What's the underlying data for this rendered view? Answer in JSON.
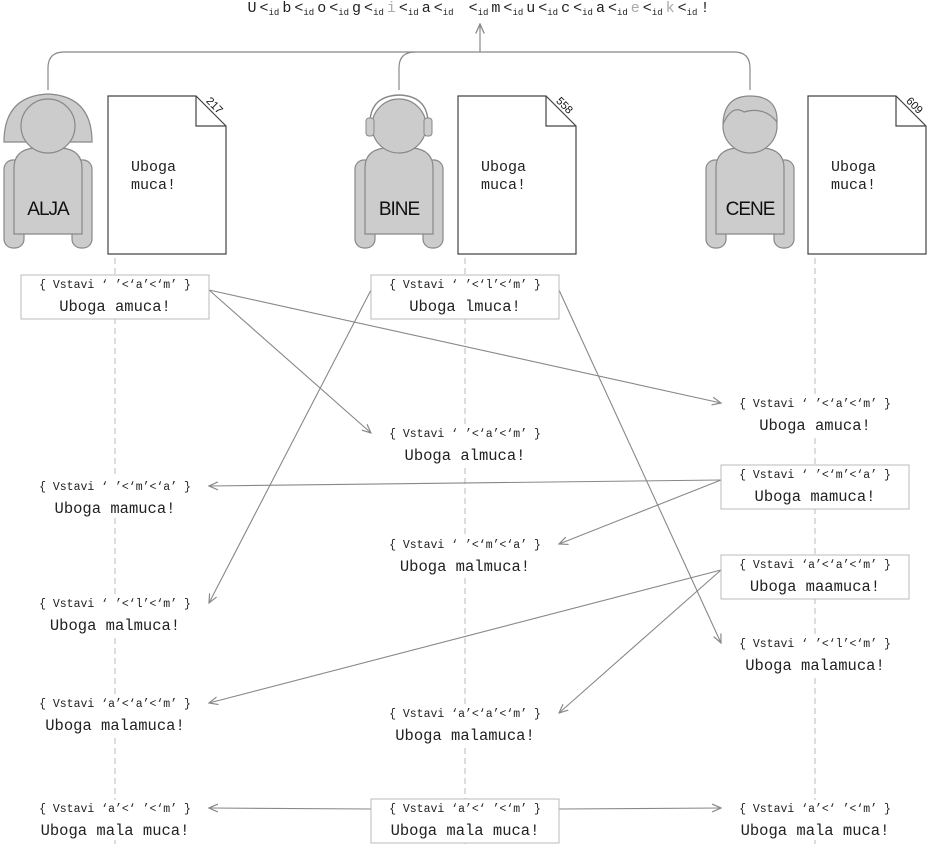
{
  "title": {
    "segments": [
      {
        "t": "U",
        "c": "#222"
      },
      {
        "t": "<",
        "c": "#222",
        "sub": "id"
      },
      {
        "t": "b",
        "c": "#222"
      },
      {
        "t": "<",
        "c": "#222",
        "sub": "id"
      },
      {
        "t": "o",
        "c": "#222"
      },
      {
        "t": "<",
        "c": "#222",
        "sub": "id"
      },
      {
        "t": "g",
        "c": "#222"
      },
      {
        "t": "<",
        "c": "#222",
        "sub": "id"
      },
      {
        "t": "i",
        "c": "#aaaaaa"
      },
      {
        "t": "<",
        "c": "#222",
        "sub": "id"
      },
      {
        "t": "a",
        "c": "#222"
      },
      {
        "t": "<",
        "c": "#222",
        "sub": "id"
      },
      {
        "t": " ",
        "c": "#222"
      },
      {
        "t": "<",
        "c": "#222",
        "sub": "id"
      },
      {
        "t": "m",
        "c": "#222"
      },
      {
        "t": "<",
        "c": "#222",
        "sub": "id"
      },
      {
        "t": "u",
        "c": "#222"
      },
      {
        "t": "<",
        "c": "#222",
        "sub": "id"
      },
      {
        "t": "c",
        "c": "#222"
      },
      {
        "t": "<",
        "c": "#222",
        "sub": "id"
      },
      {
        "t": "a",
        "c": "#222"
      },
      {
        "t": "<",
        "c": "#222",
        "sub": "id"
      },
      {
        "t": "e",
        "c": "#aaaaaa"
      },
      {
        "t": "<",
        "c": "#222",
        "sub": "id"
      },
      {
        "t": "k",
        "c": "#aaaaaa"
      },
      {
        "t": "<",
        "c": "#222",
        "sub": "id"
      },
      {
        "t": "!",
        "c": "#222"
      }
    ]
  },
  "users": [
    {
      "name": "ALJA",
      "doc_number": "217",
      "doc_text": [
        "Uboga",
        "muca!"
      ],
      "hair": "long"
    },
    {
      "name": "BINE",
      "doc_number": "558",
      "doc_text": [
        "Uboga",
        "muca!"
      ],
      "hair": "headphones"
    },
    {
      "name": "CENE",
      "doc_number": "609",
      "doc_text": [
        "Uboga",
        "muca!"
      ],
      "hair": "short"
    }
  ],
  "ops": [
    {
      "id": "a_local",
      "col": 0,
      "op": "{ Vstavi ‘ ’<‘a’<‘m’ }",
      "result": "Uboga amuca!",
      "boxed": true
    },
    {
      "id": "b_local",
      "col": 1,
      "op": "{ Vstavi ‘ ’<‘l’<‘m’ }",
      "result": "Uboga lmuca!",
      "boxed": true
    },
    {
      "id": "b_recv_a",
      "col": 1,
      "op": "{ Vstavi ‘ ’<‘a’<‘m’ }",
      "result": "Uboga almuca!",
      "boxed": false
    },
    {
      "id": "c_recv_a",
      "col": 2,
      "op": "{ Vstavi ‘ ’<‘a’<‘m’ }",
      "result": "Uboga amuca!",
      "boxed": false
    },
    {
      "id": "c_local1",
      "col": 2,
      "op": "{ Vstavi ‘ ’<‘m’<‘a’ }",
      "result": "Uboga mamuca!",
      "boxed": true
    },
    {
      "id": "a_recv_c1",
      "col": 0,
      "op": "{ Vstavi ‘ ’<‘m’<‘a’ }",
      "result": "Uboga mamuca!",
      "boxed": false
    },
    {
      "id": "b_recv_c1",
      "col": 1,
      "op": "{ Vstavi ‘ ’<‘m’<‘a’ }",
      "result": "Uboga malmuca!",
      "boxed": false
    },
    {
      "id": "c_local2",
      "col": 2,
      "op": "{ Vstavi ‘a’<‘a’<‘m’ }",
      "result": "Uboga maamuca!",
      "boxed": true
    },
    {
      "id": "a_recv_b",
      "col": 0,
      "op": "{ Vstavi ‘ ’<‘l’<‘m’ }",
      "result": "Uboga malmuca!",
      "boxed": false
    },
    {
      "id": "c_recv_b",
      "col": 2,
      "op": "{ Vstavi ‘ ’<‘l’<‘m’ }",
      "result": "Uboga malamuca!",
      "boxed": false
    },
    {
      "id": "a_recv_c2",
      "col": 0,
      "op": "{ Vstavi ‘a’<‘a’<‘m’ }",
      "result": "Uboga malamuca!",
      "boxed": false
    },
    {
      "id": "b_recv_c2",
      "col": 1,
      "op": "{ Vstavi ‘a’<‘a’<‘m’ }",
      "result": "Uboga malamuca!",
      "boxed": false
    },
    {
      "id": "a_final",
      "col": 0,
      "op": "{ Vstavi ‘a’<‘ ’<‘m’ }",
      "result": "Uboga mala muca!",
      "boxed": false
    },
    {
      "id": "b_final",
      "col": 1,
      "op": "{ Vstavi ‘a’<‘ ’<‘m’ }",
      "result": "Uboga mala muca!",
      "boxed": true
    },
    {
      "id": "c_final",
      "col": 2,
      "op": "{ Vstavi ‘a’<‘ ’<‘m’ }",
      "result": "Uboga mala muca!",
      "boxed": false
    }
  ],
  "arrows": [
    {
      "from": "a_local",
      "to": "b_recv_a"
    },
    {
      "from": "a_local",
      "to": "c_recv_a"
    },
    {
      "from": "b_local",
      "to": "a_recv_b"
    },
    {
      "from": "b_local",
      "to": "c_recv_b"
    },
    {
      "from": "c_local1",
      "to": "a_recv_c1"
    },
    {
      "from": "c_local1",
      "to": "b_recv_c1"
    },
    {
      "from": "c_local2",
      "to": "a_recv_c2"
    },
    {
      "from": "c_local2",
      "to": "b_recv_c2"
    },
    {
      "from": "b_final",
      "to": "a_final"
    },
    {
      "from": "b_final",
      "to": "c_final"
    }
  ],
  "colors": {
    "figure": "#cccccc",
    "figure_stroke": "#888888",
    "line": "#888888",
    "box": "#bbbbbb",
    "muted": "#aaaaaa"
  }
}
